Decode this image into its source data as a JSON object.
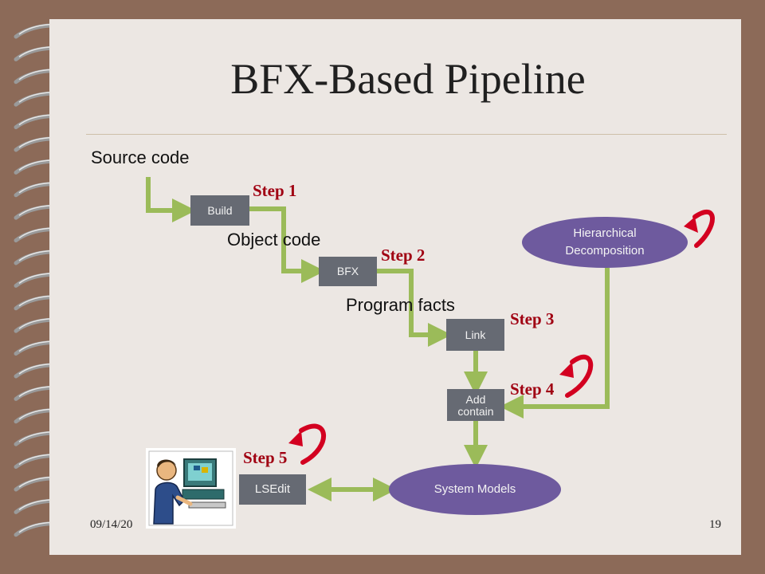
{
  "title": "BFX-Based Pipeline",
  "labels": {
    "source_code": "Source code",
    "object_code": "Object code",
    "program_facts": "Program facts"
  },
  "boxes": {
    "build": "Build",
    "bfx": "BFX",
    "link": "Link",
    "add_contain": "Add contain",
    "lsedit": "LSEdit"
  },
  "ovals": {
    "hierarchical_line1": "Hierarchical",
    "hierarchical_line2": "Decomposition",
    "system_models": "System Models"
  },
  "steps": [
    "Step 1",
    "Step 2",
    "Step 3",
    "Step 4",
    "Step 5"
  ],
  "footer": {
    "date": "09/14/20",
    "page": "19"
  },
  "colors": {
    "arrow_green": "#9bbb59",
    "step_red": "#a00012",
    "curl_red": "#d30020",
    "box_gray": "#666a73",
    "oval_purple": "#6e5a9e"
  }
}
